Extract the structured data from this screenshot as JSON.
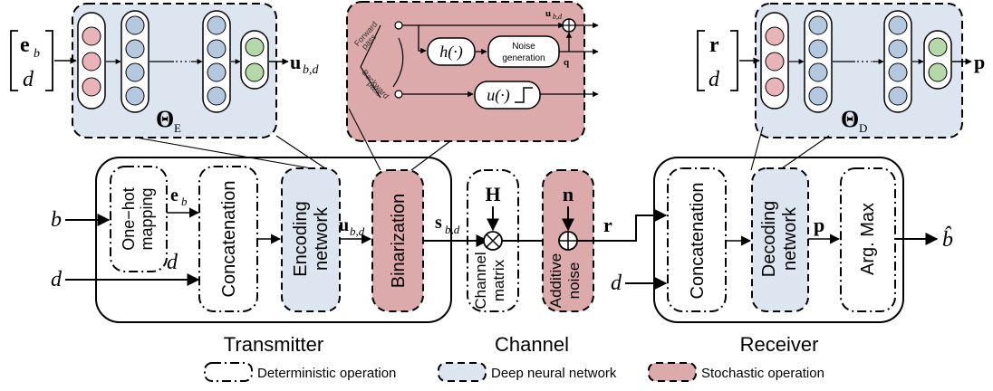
{
  "inputs": {
    "b": "b",
    "d": "d",
    "d_receiver": "d",
    "output_b_hat": "b̂"
  },
  "encoder_inset": {
    "vector_top_e": "e",
    "vector_top_sub": "b",
    "vector_bottom": "d",
    "theta": "Θ",
    "theta_sub": "E",
    "output_u": "u",
    "output_u_sub": "b,d"
  },
  "binarization_inset": {
    "forward_label_1": "Forward",
    "forward_label_2": "pass",
    "backward_label_1": "Backward",
    "backward_label_2": "pass",
    "h_func": "h(·)",
    "noise_generation_1": "Noise",
    "noise_generation_2": "generation",
    "u_func": "u(·)",
    "u_label": "u",
    "u_label_sub": "b,d",
    "q_label": "q"
  },
  "decoder_inset": {
    "vector_top_r": "r",
    "vector_bottom": "d",
    "theta": "Θ",
    "theta_sub": "D",
    "output_p": "p"
  },
  "transmitter": {
    "onehot_1": "One−hot",
    "onehot_2": "mapping",
    "e_label": "e",
    "e_sub": "b",
    "d_label": "d",
    "concatenation": "Concatenation",
    "encoding_1": "Encoding",
    "encoding_2": "network",
    "u_label": "u",
    "u_sub": "b,d",
    "binarization": "Binarization",
    "caption": "Transmitter"
  },
  "channel": {
    "s_label": "s",
    "s_sub": "b,d",
    "H": "H",
    "n": "n",
    "channel_matrix_1": "Channel",
    "channel_matrix_2": "matrix",
    "additive_1": "Additive",
    "additive_2": "noise",
    "caption": "Channel"
  },
  "receiver": {
    "r_label": "r",
    "concatenation": "Concatenation",
    "decoding_1": "Decoding",
    "decoding_2": "network",
    "p_label": "p",
    "argmax": "Arg. Max",
    "caption": "Receiver"
  },
  "legend": {
    "deterministic": "Deterministic operation",
    "dnn": "Deep neural network",
    "stochastic": "Stochastic operation"
  },
  "colors": {
    "dnn_fill": "#dde6f0",
    "stochastic_fill": "#dcaaaa",
    "node_red": "#e8b4b8",
    "node_blue": "#b4c8e0",
    "node_green": "#b4d8a8",
    "stroke": "#000000"
  }
}
